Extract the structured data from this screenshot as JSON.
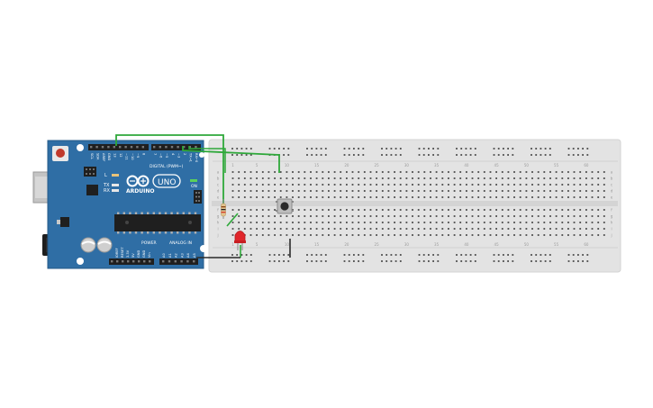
{
  "canvas": {
    "background": "#ffffff"
  },
  "arduino": {
    "board_color": "#2f6ea5",
    "header_pin_labels": [
      "SCL",
      "SDA",
      "AREF",
      "GND",
      "13",
      "12",
      "~11",
      "~10",
      "~9",
      "8",
      "7",
      "~6",
      "~5",
      "4",
      "~3",
      "2",
      "TX→1",
      "RX←0"
    ],
    "digital_label": "DIGITAL (PWM~)",
    "logo_text": "ARDUINO",
    "model_badge": "UNO",
    "tx_label": "TX",
    "rx_label": "RX",
    "l_label": "L",
    "on_label": "ON",
    "power_label": "POWER",
    "analog_label": "ANALOG IN",
    "power_pin_labels": [
      "IOREF",
      "RESET",
      "3.3V",
      "5V",
      "GND",
      "GND",
      "Vin"
    ],
    "analog_pin_labels": [
      "A0",
      "A1",
      "A2",
      "A3",
      "A4",
      "A5"
    ]
  },
  "breadboard": {
    "column_numbers": [
      "1",
      "5",
      "10",
      "15",
      "20",
      "25",
      "30",
      "35",
      "40",
      "45",
      "50",
      "55",
      "60"
    ],
    "row_letters_top": [
      "a",
      "b",
      "c",
      "d",
      "e"
    ],
    "row_letters_bottom": [
      "f",
      "g",
      "h",
      "i",
      "j"
    ]
  },
  "components": {
    "resistor": "resistor",
    "led": "led",
    "pushbutton": "pushbutton"
  },
  "colors": {
    "wire_green": "#2ea83a",
    "wire_dark": "#2b2b2b",
    "led_red": "#e0262b",
    "breadboard": "#e3e3e3"
  }
}
